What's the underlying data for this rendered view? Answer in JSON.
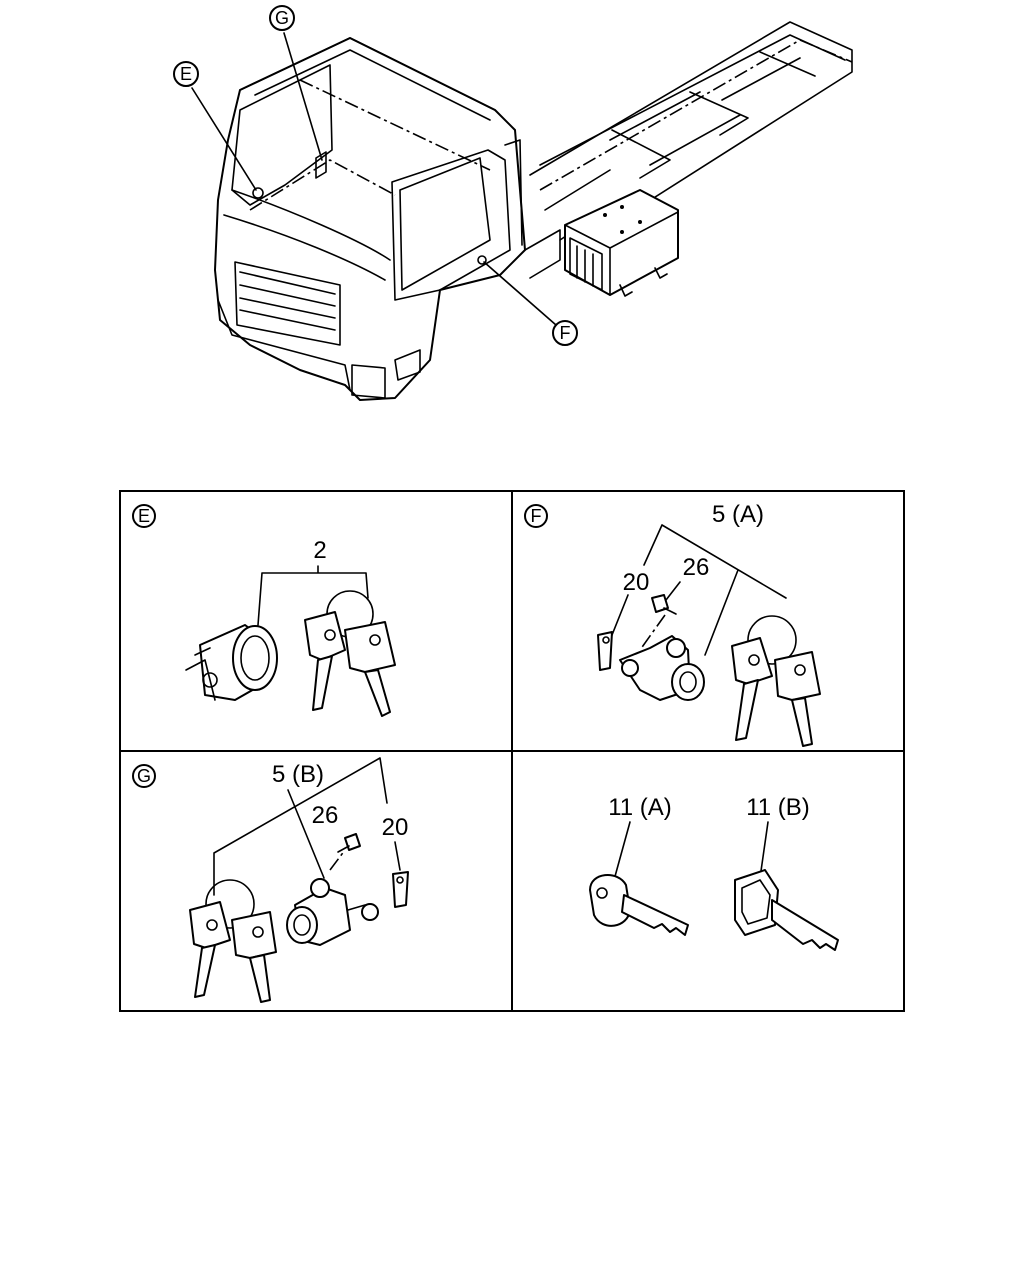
{
  "overview": {
    "callouts": [
      "E",
      "G",
      "F"
    ]
  },
  "panels": [
    {
      "id": "E",
      "parts": [
        "2"
      ]
    },
    {
      "id": "F",
      "parts": [
        "5 (A)",
        "20",
        "26"
      ]
    },
    {
      "id": "G",
      "parts": [
        "5 (B)",
        "26",
        "20"
      ]
    },
    {
      "id": "",
      "parts": [
        "11 (A)",
        "11 (B)"
      ]
    }
  ]
}
